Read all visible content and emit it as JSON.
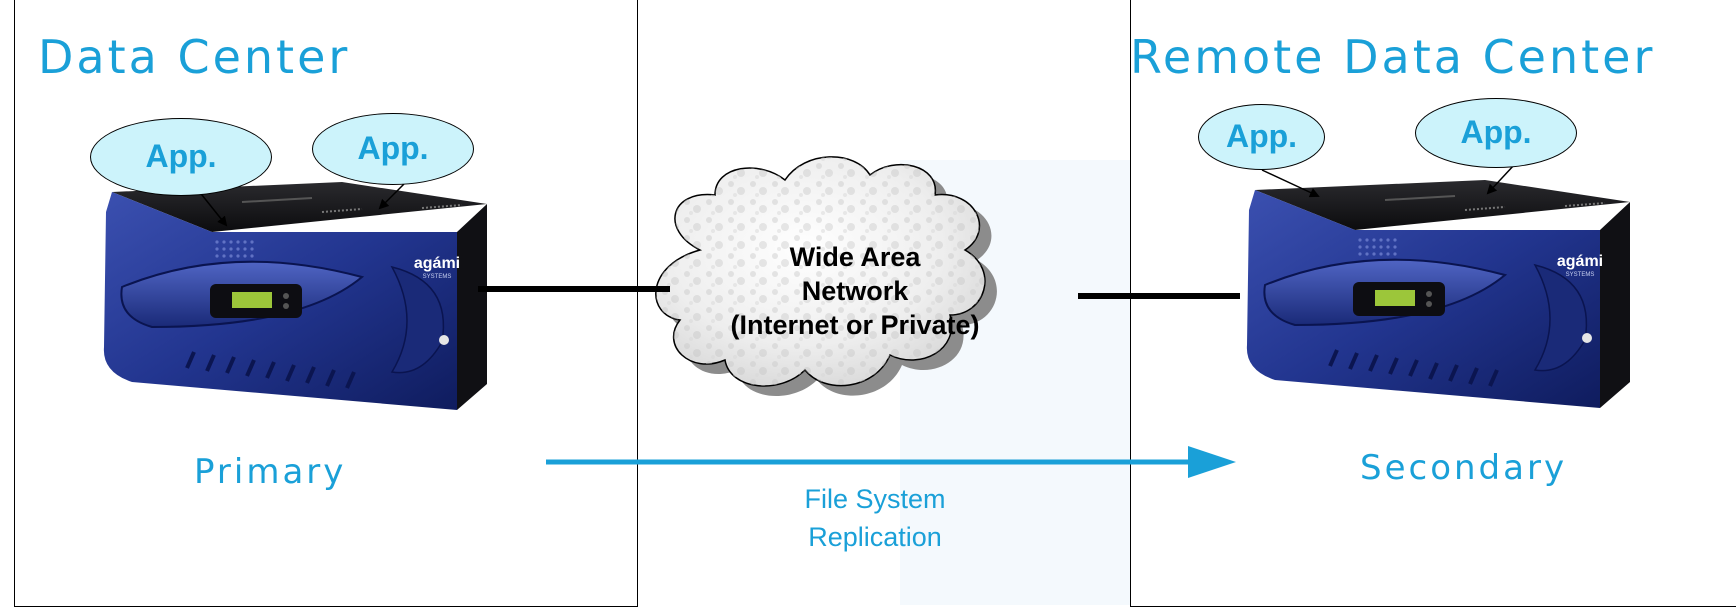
{
  "left_site": {
    "title": "Data Center",
    "apps": [
      "App.",
      "App."
    ],
    "role": "Primary"
  },
  "right_site": {
    "title": "Remote Data Center",
    "apps": [
      "App.",
      "App."
    ],
    "role": "Secondary"
  },
  "network": {
    "lines": [
      "Wide Area",
      "Network",
      "(Internet or Private)"
    ]
  },
  "replication": {
    "lines": [
      "File System",
      "Replication"
    ]
  },
  "server": {
    "brand": "agámi",
    "brand_sub": "SYSTEMS"
  },
  "colors": {
    "accent": "#1AA0D8",
    "bubble_fill": "#CCF3FB",
    "server_blue": "#22358F",
    "lcd": "#9CC63A"
  }
}
